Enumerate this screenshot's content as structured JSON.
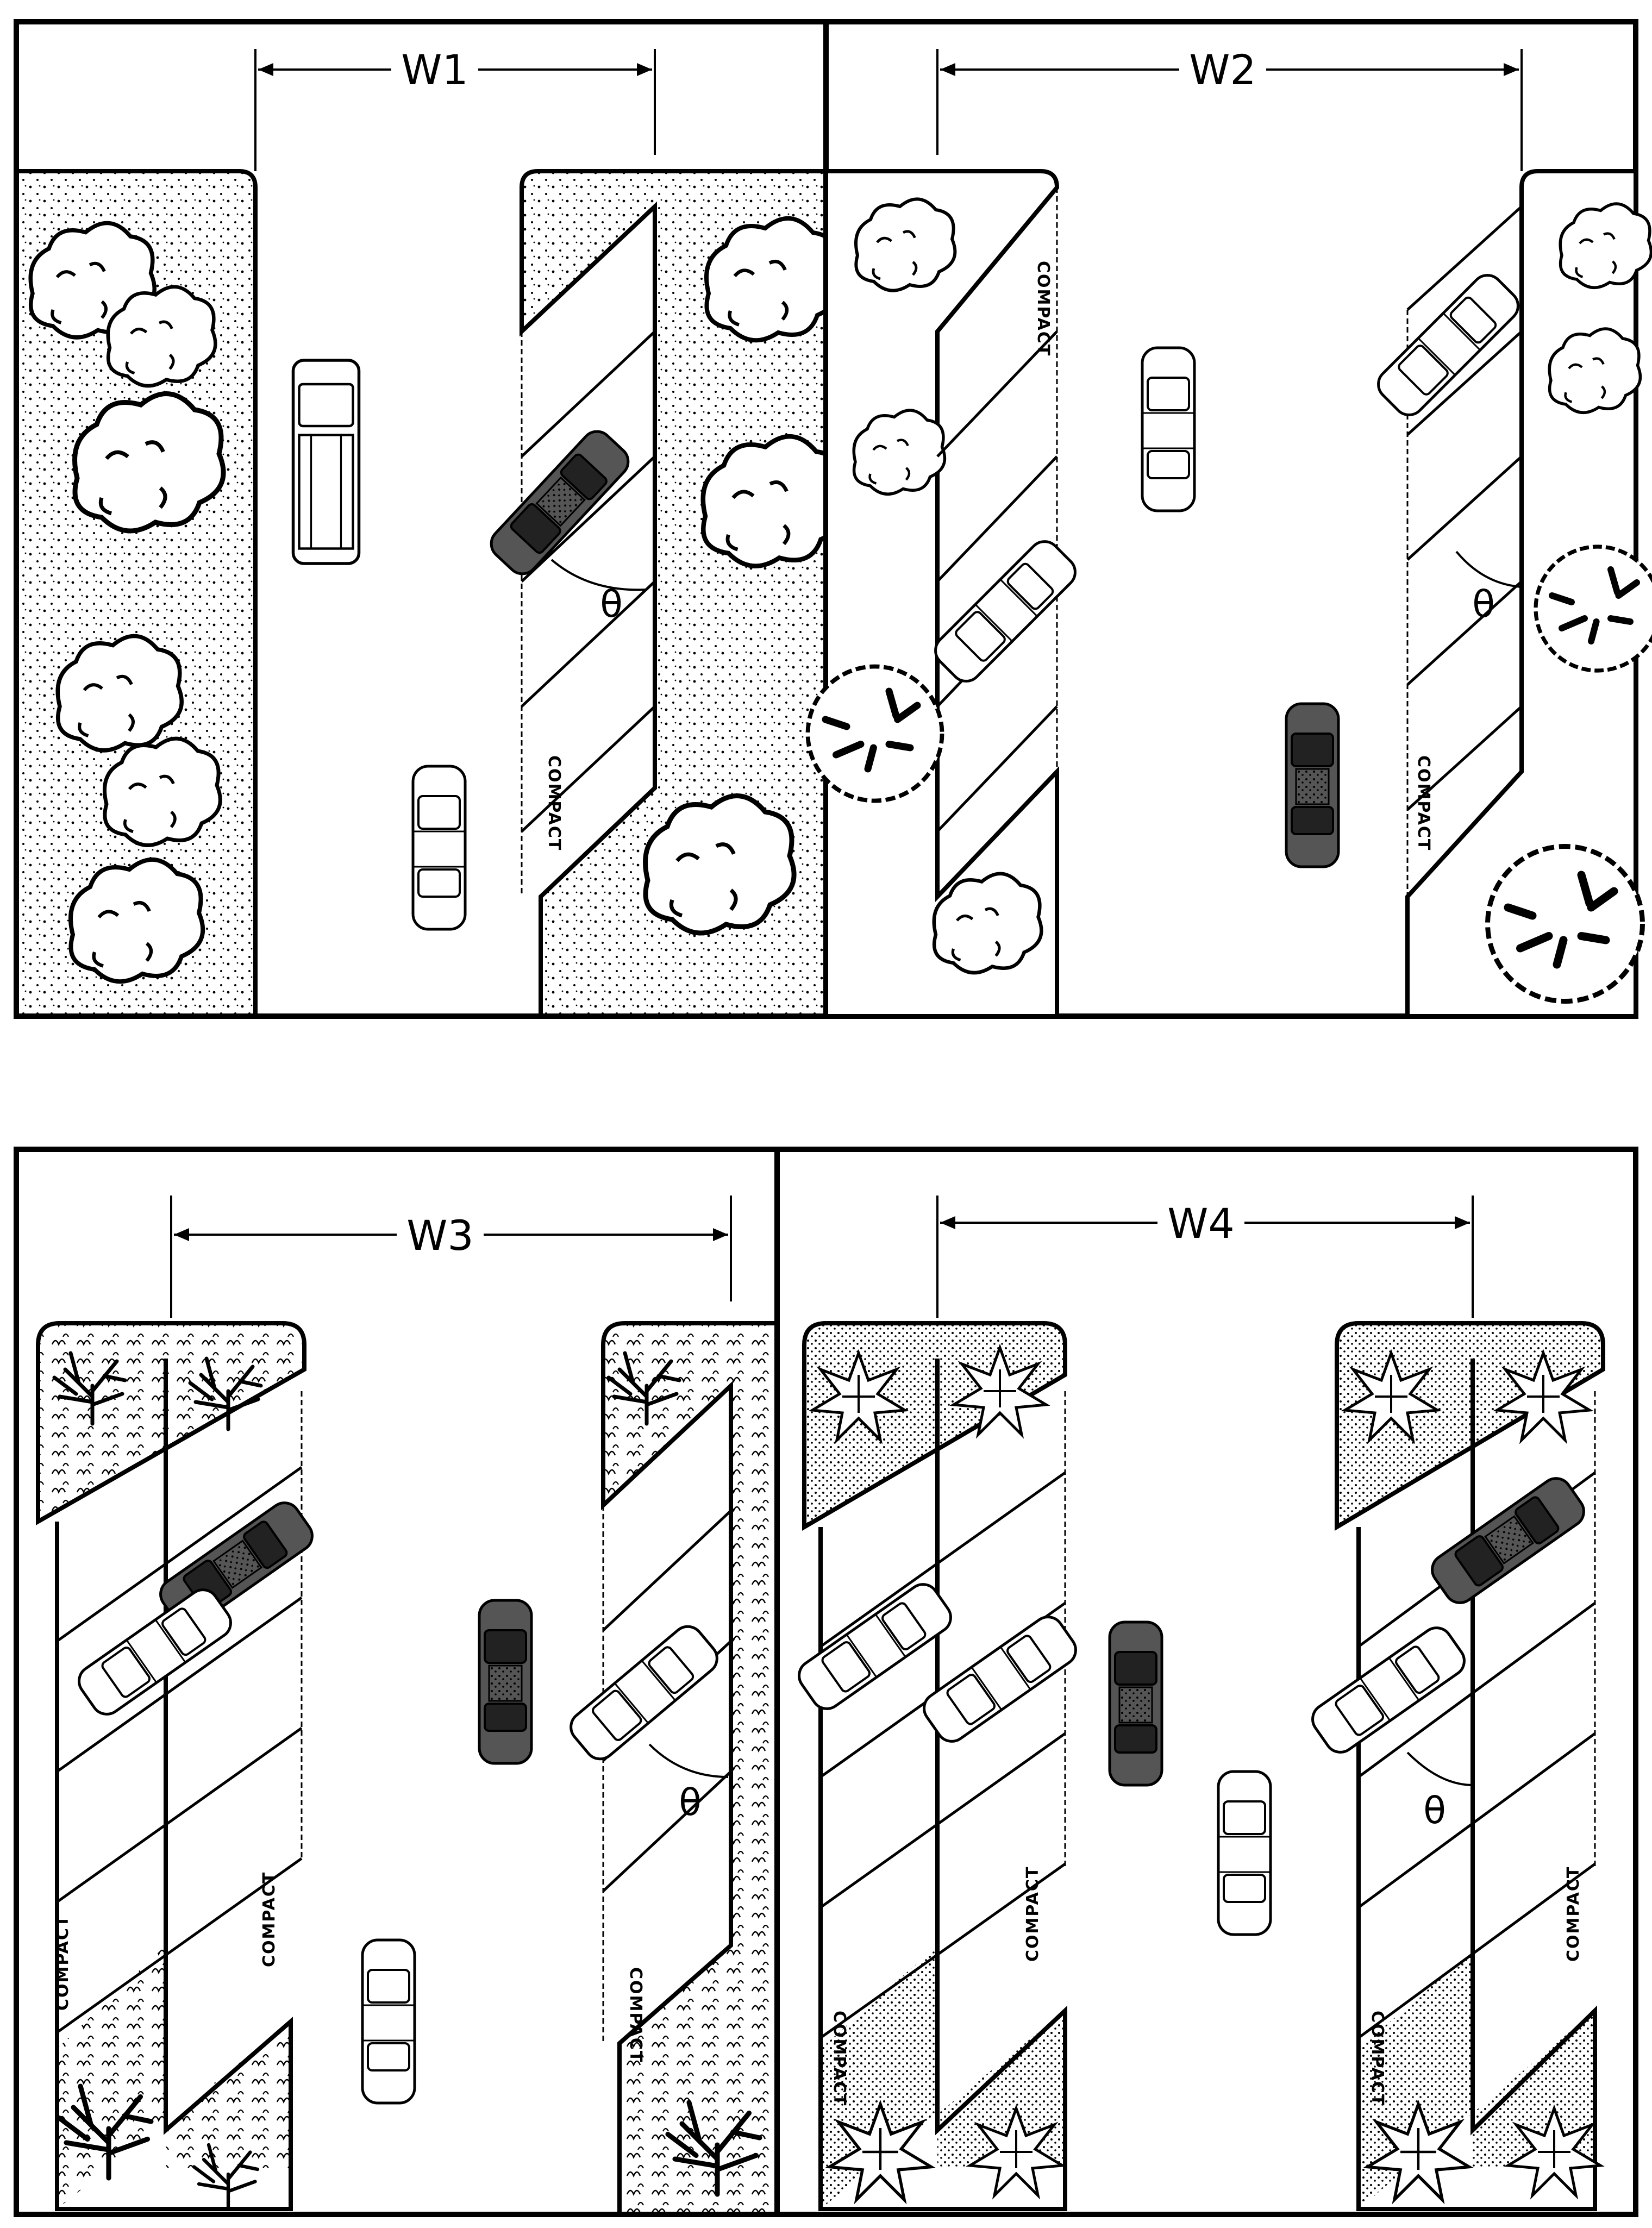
{
  "panels": [
    {
      "id": "p1",
      "dimension_label": "W1",
      "angle_label": "θ",
      "compact_label": "COMPACT"
    },
    {
      "id": "p2",
      "dimension_label": "W2",
      "angle_label": "θ",
      "compact_label": "COMPACT"
    },
    {
      "id": "p3",
      "dimension_label": "W3",
      "angle_label": "θ",
      "compact_label": "COMPACT"
    },
    {
      "id": "p4",
      "dimension_label": "W4",
      "angle_label": "θ",
      "compact_label": "COMPACT"
    }
  ],
  "colors": {
    "ink": "#000000",
    "paper": "#ffffff"
  }
}
